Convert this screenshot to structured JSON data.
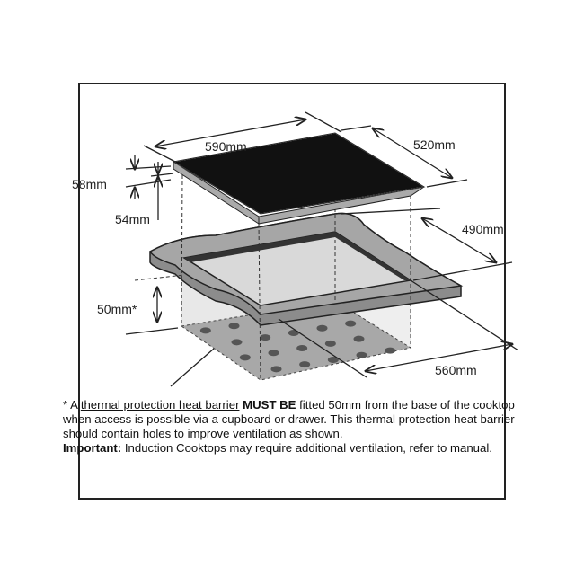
{
  "dimensions": {
    "width": "590mm",
    "depth": "520mm",
    "total_height": "58mm",
    "cutout_height": "54mm",
    "cutout_depth": "490mm",
    "cutout_width": "560mm",
    "barrier_distance": "50mm*"
  },
  "note": {
    "star": "* A ",
    "underlined": "thermal protection heat barrier",
    "bold": " MUST BE",
    "rest": " fitted 50mm from the base of the cooktop when access is possible via a cupboard or drawer. This thermal protection heat barrier should contain holes to improve ventilation as shown.",
    "important_label": "Important:",
    "important_text": " Induction Cooktops may require additional ventilation, refer to manual."
  },
  "colors": {
    "glass": "#111111",
    "counter": "#9a9a9a",
    "frame": "#222222"
  }
}
